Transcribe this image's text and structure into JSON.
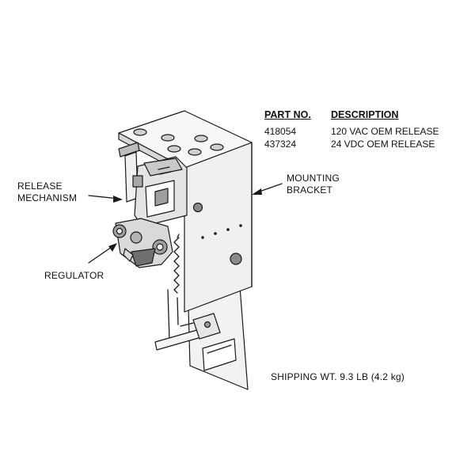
{
  "table": {
    "headers": {
      "part_no": "PART NO.",
      "description": "DESCRIPTION"
    },
    "rows": [
      {
        "part_no": "418054",
        "description": "120 VAC OEM RELEASE"
      },
      {
        "part_no": "437324",
        "description": "24 VDC OEM RELEASE"
      }
    ]
  },
  "labels": {
    "mounting_bracket": [
      "MOUNTING",
      "BRACKET"
    ],
    "release_mechanism": [
      "RELEASE",
      "MECHANISM"
    ],
    "regulator": "REGULATOR"
  },
  "footer": {
    "shipping_weight": "SHIPPING WT. 9.3 LB (4.2 kg)"
  },
  "colors": {
    "line": "#1a1a1a",
    "metal": "#f0f0f0",
    "shade": "#d4d4d4",
    "dark": "#8a8a8a",
    "background": "#ffffff"
  }
}
